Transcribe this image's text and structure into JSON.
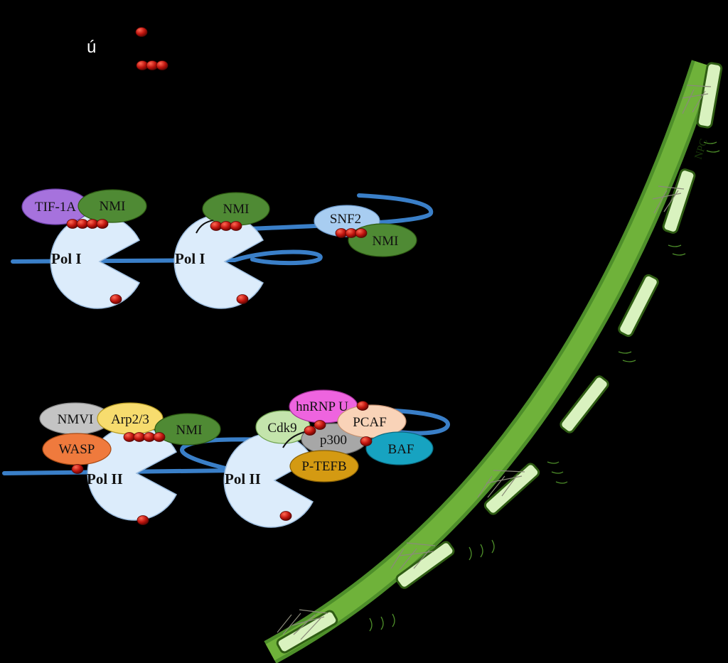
{
  "legend": {
    "glyph": "ú"
  },
  "pol1": {
    "left": "Pol I",
    "right": "Pol I"
  },
  "pol2": {
    "left": "Pol II",
    "right": "Pol II"
  },
  "labels": {
    "tif1a": "TIF-1A",
    "nmi1": "NMI",
    "nmi2": "NMI",
    "snf2": "SNF2",
    "nmi3": "NMI",
    "nmvi": "NMVI",
    "arp23": "Arp2/3",
    "wasp": "WASP",
    "nmi4": "NMI",
    "cdk9": "Cdk9",
    "hnrnpu": "hnRNP U",
    "pcaf": "PCAF",
    "p300": "p300",
    "baf": "BAF",
    "ptefb": "P-TEFB",
    "npc": "NPC"
  },
  "colors": {
    "background": "#000000",
    "dna": "#3a7fc8",
    "polymerase": "#dcecfb",
    "actin": "#c0150f",
    "membrane": "#5fa032",
    "membrane_pore": "#d9f2bf",
    "tif1a": "#a672dd",
    "nmi": "#4f8a34",
    "snf2": "#a8cdf1",
    "nmvi": "#c4c4c4",
    "arp23": "#f7dc6e",
    "wasp": "#ef7a3d",
    "cdk9": "#c4e4ac",
    "hnrnpu": "#ee64df",
    "pcaf": "#f9d3b8",
    "p300": "#a7a7a7",
    "baf": "#17a3c1",
    "ptefb": "#d49a12"
  }
}
